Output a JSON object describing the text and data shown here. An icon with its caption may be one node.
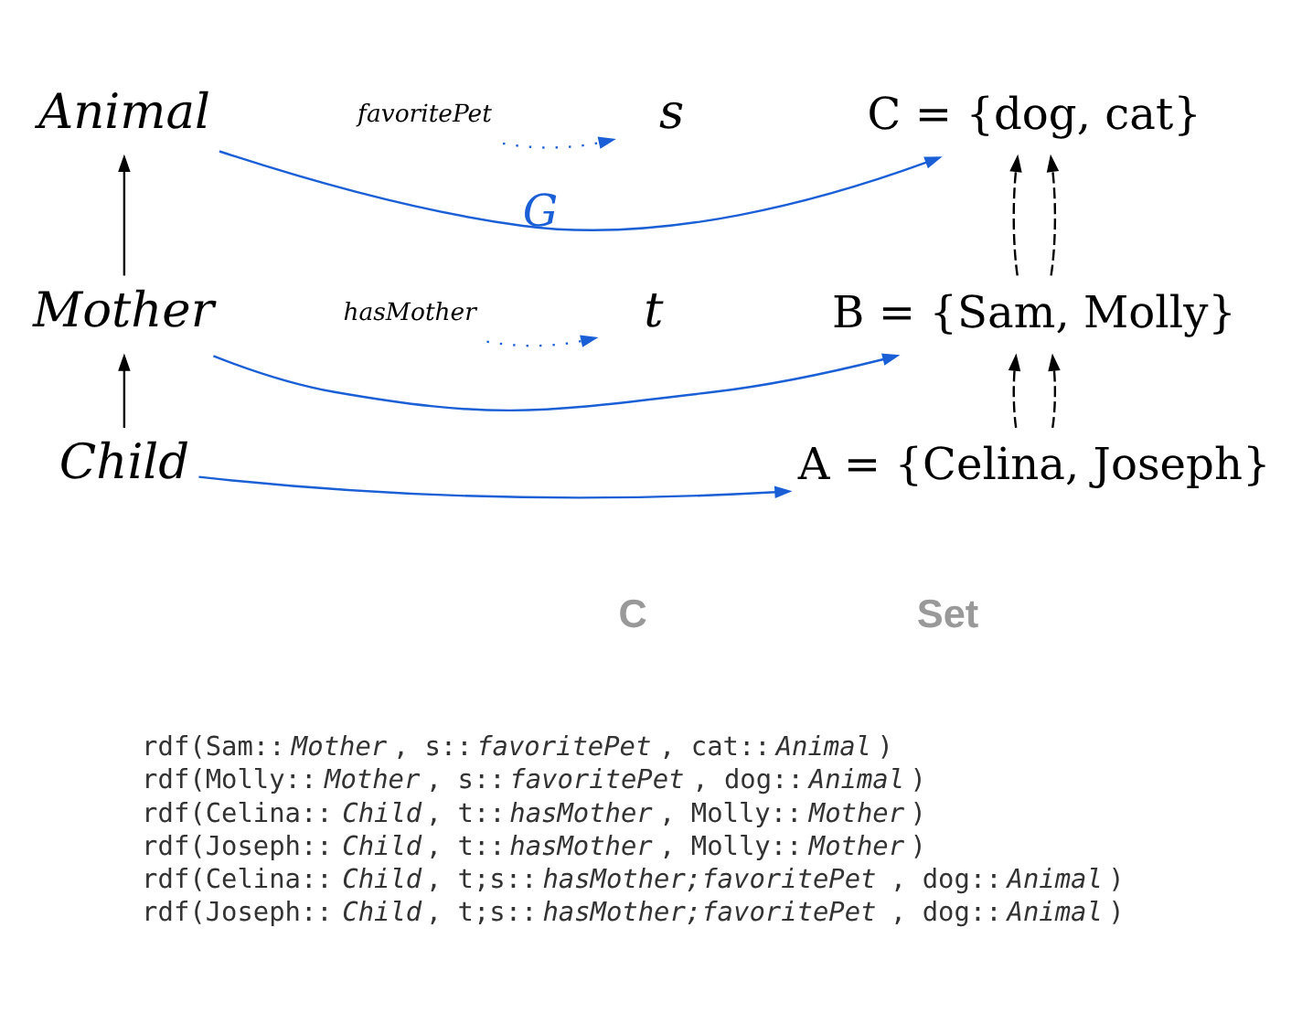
{
  "diagram": {
    "nodes": [
      {
        "text": [
          "Animal"
        ]
      },
      {
        "text": [
          "C = {dog, cat}"
        ]
      },
      {
        "text": [
          "favoritePet"
        ]
      },
      {
        "text": [
          "s"
        ]
      },
      {
        "text": [
          "Mother"
        ]
      },
      {
        "text": [
          "B = {Sam, Molly}"
        ]
      },
      {
        "text": [
          "hasMother"
        ]
      },
      {
        "text": [
          "t"
        ]
      },
      {
        "text": [
          "Child"
        ]
      },
      {
        "text": [
          "A = {Celina, Joseph}"
        ]
      }
    ],
    "edges": [
      {
        "from": 0,
        "to": 1,
        "arrow": "to",
        "label": "G",
        "color": "#1a5fd6"
      },
      {
        "from": 4,
        "to": 0,
        "arrow": "to"
      },
      {
        "from": 2,
        "to": 3,
        "arrow": "to",
        "style": "dashed",
        "color": "#1a5fd6"
      },
      {
        "from": 5,
        "to": 1,
        "arrow": "to",
        "style": "dashed"
      },
      {
        "from": 5,
        "to": 1,
        "arrow": "to",
        "style": "dashed"
      },
      {
        "from": 4,
        "to": 5,
        "arrow": "to",
        "color": "#1a5fd6"
      },
      {
        "from": 8,
        "to": 4,
        "arrow": "to"
      },
      {
        "from": 6,
        "to": 7,
        "arrow": "to",
        "style": "dashed",
        "color": "#1a5fd6"
      },
      {
        "from": 9,
        "to": 5,
        "arrow": "to",
        "style": "dashed"
      },
      {
        "from": 9,
        "to": 5,
        "arrow": "to",
        "style": "dashed"
      },
      {
        "from": 8,
        "to": 9,
        "arrow": "to",
        "color": "#1a5fd6"
      }
    ],
    "labels": [
      "C",
      "Set",
      "rdf(Sam::*Mother*, s::*favoritePet*, cat::*Animal*)",
      "rdf(Molly::*Mother*, s::*favoritePet*, dog::*Animal*)",
      "rdf(Celina::*Child*, t::*hasMother*, Molly::*Mother*)",
      "rdf(Joseph::*Child*, t::*hasMother*, Molly::*Mother*)",
      "rdf(Celina::*Child*, t;s::*hasMother;favoritePet*, dog::*Animal*)",
      "rdf(Joseph::*Child*, t;s::*hasMother;favoritePet*, dog::*Animal*)"
    ]
  }
}
